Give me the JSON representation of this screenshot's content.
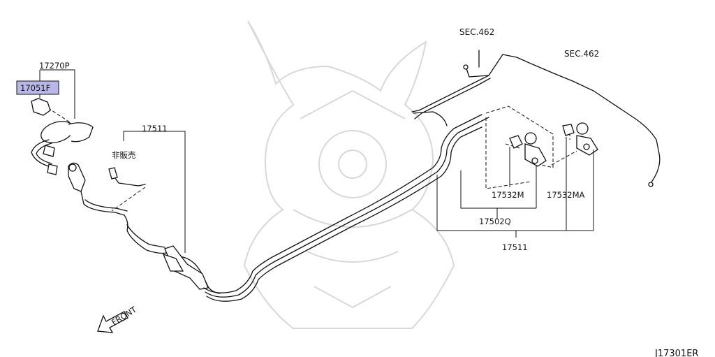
{
  "diagram": {
    "labels": {
      "part_17270P": "17270P",
      "part_17051F": "17051F",
      "part_17511_left": "17511",
      "not_for_sale": "非販売",
      "sec_462_a": "SEC.462",
      "sec_462_b": "SEC.462",
      "part_17532M": "17532M",
      "part_17532MA": "17532MA",
      "part_17502Q": "17502Q",
      "part_17511_bottom": "17511",
      "front": "FRONT",
      "ref_code": "J17301ER"
    },
    "colors": {
      "highlight": "#b9b7e8",
      "line": "#111111",
      "watermark": "#d8d8d8"
    }
  }
}
